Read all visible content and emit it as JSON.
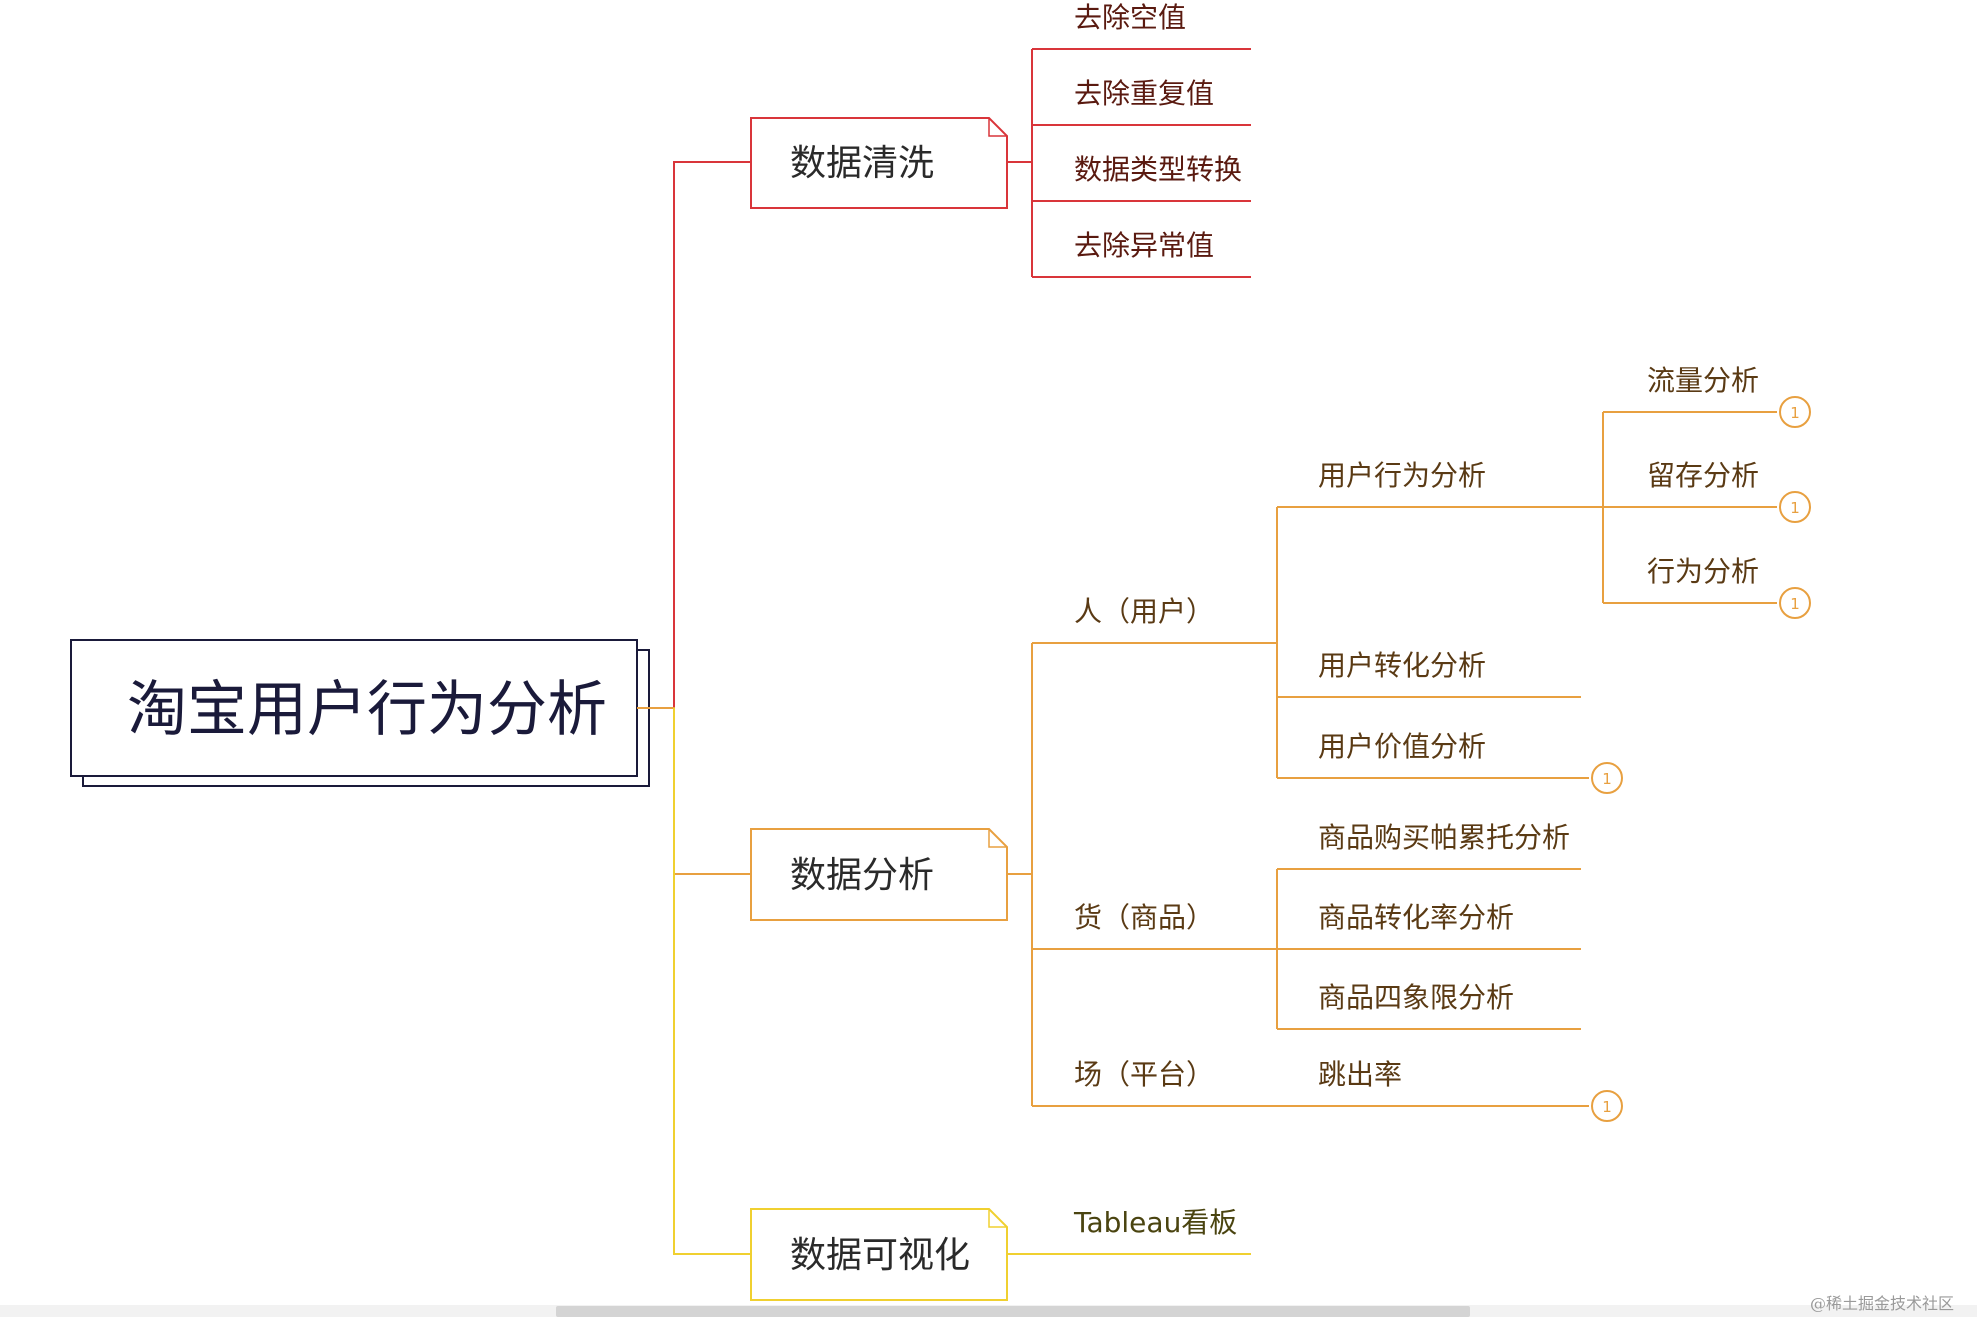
{
  "root": {
    "label": "淘宝用户行为分析"
  },
  "branches": [
    {
      "label": "数据清洗",
      "color": "#d9353a",
      "children": [
        "去除空值",
        "去除重复值",
        "数据类型转换",
        "去除异常值"
      ]
    },
    {
      "label": "数据分析",
      "color": "#e89a40",
      "children": [
        {
          "label": "人（用户）",
          "children": [
            {
              "label": "用户行为分析",
              "children": [
                {
                  "label": "流量分析",
                  "badge": "1"
                },
                {
                  "label": "留存分析",
                  "badge": "1"
                },
                {
                  "label": "行为分析",
                  "badge": "1"
                }
              ]
            },
            {
              "label": "用户转化分析"
            },
            {
              "label": "用户价值分析",
              "badge": "1"
            }
          ]
        },
        {
          "label": "货（商品）",
          "children": [
            {
              "label": "商品购买帕累托分析"
            },
            {
              "label": "商品转化率分析"
            },
            {
              "label": "商品四象限分析"
            }
          ]
        },
        {
          "label": "场（平台）",
          "children": [
            {
              "label": "跳出率",
              "badge": "1"
            }
          ]
        }
      ]
    },
    {
      "label": "数据可视化",
      "color": "#f0d030",
      "children": [
        "Tableau看板"
      ]
    }
  ],
  "watermark": "@稀土掘金技术社区"
}
